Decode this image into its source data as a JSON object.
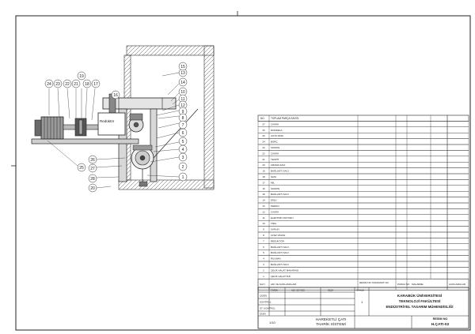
{
  "drawing": {
    "callouts": [
      "1",
      "2",
      "3",
      "4",
      "5",
      "6",
      "7",
      "8",
      "9",
      "10",
      "11",
      "12",
      "13",
      "14",
      "15",
      "16",
      "17",
      "18",
      "19",
      "20",
      "21",
      "22",
      "23",
      "24",
      "25",
      "26",
      "27",
      "28"
    ],
    "box_label": "Redüktör"
  },
  "bom": {
    "header": {
      "no": "NO",
      "name": "TOPLAM PARÇA SAYISI"
    },
    "rows": [
      {
        "no": "1",
        "name": "ÇELİK HALAT 5x8",
        "std": "",
        "qty": "",
        "mat": "",
        "note": ""
      },
      {
        "no": "2",
        "name": "ÇELİK HALAT MAKARASI",
        "std": "",
        "qty": "",
        "mat": "",
        "note": ""
      },
      {
        "no": "3",
        "name": "BAĞLANTI SACI",
        "std": "",
        "qty": "",
        "mat": "",
        "note": ""
      },
      {
        "no": "4",
        "name": "RULMAN",
        "std": "",
        "qty": "",
        "mat": "",
        "note": ""
      },
      {
        "no": "5",
        "name": "BAĞLANTI SACI",
        "std": "",
        "qty": "",
        "mat": "",
        "note": ""
      },
      {
        "no": "6",
        "name": "BAĞLANTI SACI",
        "std": "",
        "qty": "",
        "mat": "",
        "note": ""
      },
      {
        "no": "7",
        "name": "REDÜKTÖR",
        "std": "",
        "qty": "",
        "mat": "",
        "note": ""
      },
      {
        "no": "8",
        "name": "AYAR VİDASI",
        "std": "",
        "qty": "",
        "mat": "",
        "note": ""
      },
      {
        "no": "9",
        "name": "KAPLİN",
        "std": "",
        "qty": "",
        "mat": "",
        "note": ""
      },
      {
        "no": "10",
        "name": "VİDA",
        "std": "",
        "qty": "",
        "mat": "",
        "note": ""
      },
      {
        "no": "11",
        "name": "ELEKTRİK MOTORU",
        "std": "",
        "qty": "",
        "mat": "",
        "note": ""
      },
      {
        "no": "12",
        "name": "CIVATA",
        "std": "",
        "qty": "",
        "mat": "",
        "note": ""
      },
      {
        "no": "13",
        "name": "PERNO",
        "std": "",
        "qty": "",
        "mat": "",
        "note": ""
      },
      {
        "no": "14",
        "name": "DİŞLİ",
        "std": "",
        "qty": "",
        "mat": "",
        "note": ""
      },
      {
        "no": "15",
        "name": "BAĞLANTI SACI",
        "std": "",
        "qty": "",
        "mat": "",
        "note": ""
      },
      {
        "no": "16",
        "name": "SOMUN",
        "std": "",
        "qty": "",
        "mat": "",
        "note": ""
      },
      {
        "no": "17",
        "name": "MİL",
        "std": "",
        "qty": "",
        "mat": "",
        "note": ""
      },
      {
        "no": "18",
        "name": "ŞASİ",
        "std": "",
        "qty": "",
        "mat": "",
        "note": ""
      },
      {
        "no": "19",
        "name": "BAĞLANTI SACI",
        "std": "",
        "qty": "",
        "mat": "",
        "note": ""
      },
      {
        "no": "20",
        "name": "ARAMA SACI",
        "std": "",
        "qty": "",
        "mat": "",
        "note": ""
      },
      {
        "no": "21",
        "name": "TESPİT",
        "std": "",
        "qty": "",
        "mat": "",
        "note": ""
      },
      {
        "no": "22",
        "name": "CIVATA",
        "std": "",
        "qty": "",
        "mat": "",
        "note": ""
      },
      {
        "no": "23",
        "name": "SOMUN",
        "std": "",
        "qty": "",
        "mat": "",
        "note": ""
      },
      {
        "no": "24",
        "name": "BURÇ",
        "std": "",
        "qty": "",
        "mat": "",
        "note": ""
      },
      {
        "no": "25",
        "name": "AUTO DİSK",
        "std": "",
        "qty": "",
        "mat": "",
        "note": ""
      },
      {
        "no": "26",
        "name": "RONDELA",
        "std": "",
        "qty": "",
        "mat": "",
        "note": ""
      },
      {
        "no": "27",
        "name": "CIVATA",
        "std": "",
        "qty": "",
        "mat": "",
        "note": ""
      }
    ],
    "footer": {
      "qty": "SAYI",
      "name": "ADI VE AÇIKLAMALARI",
      "std": "RESİM NO STANDART NO",
      "part": "PARÇA NO",
      "mat": "MALZEME",
      "note": "AÇIKLAMALAR"
    }
  },
  "title_block": {
    "date_hdr": "TARİH",
    "name_hdr": "ADI SOYADI",
    "sign_hdr": "İMZA",
    "scale_hdr": "SKALE",
    "rows": [
      {
        "label": "ÇİZEN",
        "date": "",
        "name": "",
        "sign": ""
      },
      {
        "label": "KONTROL",
        "date": "",
        "name": "",
        "sign": ""
      },
      {
        "label": "ST. KONTROL",
        "date": "",
        "name": "",
        "sign": ""
      },
      {
        "label": "ONAY",
        "date": "",
        "name": "",
        "sign": ""
      }
    ],
    "scale": "1",
    "sheet_scale": "1/10",
    "university": [
      "KARABÜK ÜNİVERSİTESİ",
      "TEKNOLOJİ FAKÜLTESİ",
      "ENDÜSTRİYEL TASARIM MÜHENDİSLİĞİ"
    ],
    "title": [
      "HAREKETLİ ÇATI",
      "TAHRİK SİSTEMİ"
    ],
    "drawing_no_label": "RESİM NO",
    "drawing_no": "H.ÇATI-02"
  }
}
